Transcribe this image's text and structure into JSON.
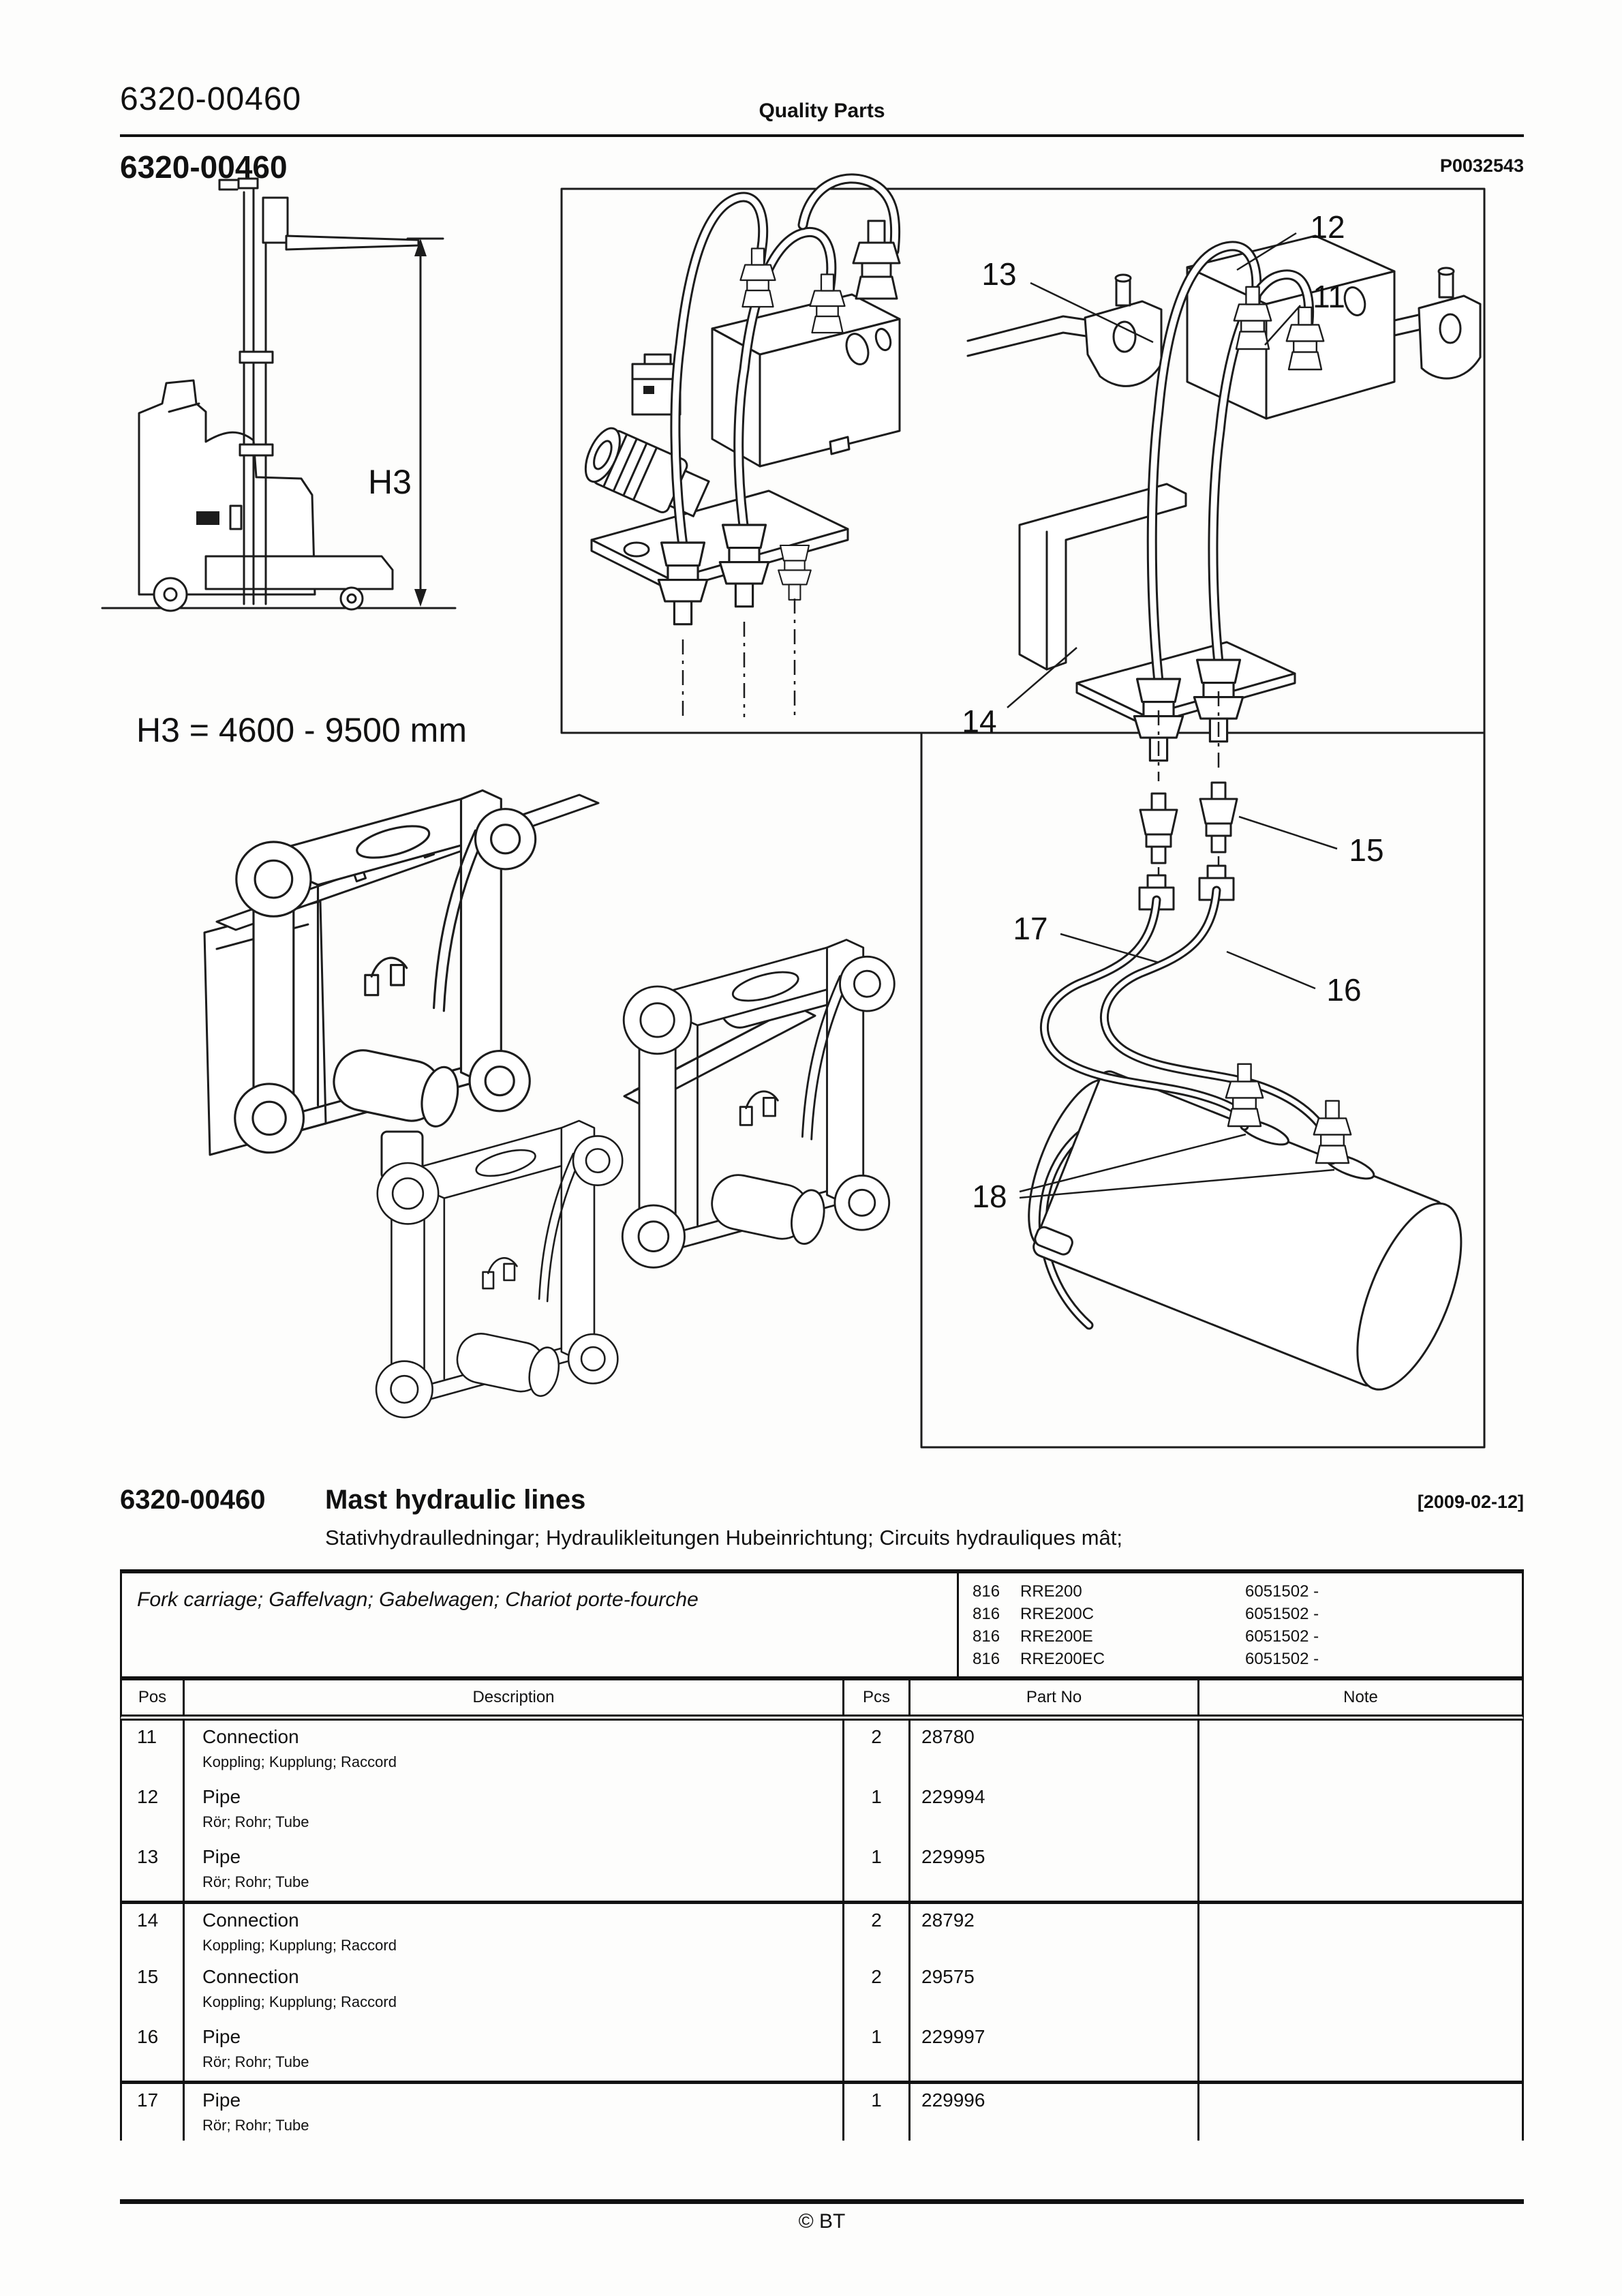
{
  "page": {
    "header_left": "6320-00460",
    "header_center": "Quality Parts",
    "page_id": "6320-00460",
    "figure_ref": "P0032543",
    "footer": "© BT"
  },
  "figure": {
    "h3_label": "H3",
    "h3_range": "H3 = 4600 - 9500 mm",
    "callouts": [
      {
        "label": "11"
      },
      {
        "label": "12"
      },
      {
        "label": "13"
      },
      {
        "label": "14"
      },
      {
        "label": "15"
      },
      {
        "label": "16"
      },
      {
        "label": "17"
      },
      {
        "label": "18"
      }
    ]
  },
  "section": {
    "number": "6320-00460",
    "title": "Mast hydraulic lines",
    "date": "[2009-02-12]",
    "subtitle": "Stativhydraulledningar; Hydraulikleitungen Hubeinrichtung; Circuits hydrauliques mât;"
  },
  "parts_table": {
    "scope": "Fork carriage; Gaffelvagn; Gabelwagen; Chariot porte-fourche",
    "models": [
      {
        "code": "816",
        "name": "RRE200",
        "serial": "6051502 -"
      },
      {
        "code": "816",
        "name": "RRE200C",
        "serial": "6051502 -"
      },
      {
        "code": "816",
        "name": "RRE200E",
        "serial": "6051502 -"
      },
      {
        "code": "816",
        "name": "RRE200EC",
        "serial": "6051502 -"
      }
    ],
    "columns": [
      "Pos",
      "Description",
      "Pcs",
      "Part No",
      "Note"
    ],
    "rows": [
      {
        "pos": "11",
        "description": "Connection",
        "translations": "Koppling; Kupplung; Raccord",
        "pcs": "2",
        "part_no": "28780",
        "note": "",
        "group_start": false
      },
      {
        "pos": "12",
        "description": "Pipe",
        "translations": "Rör; Rohr; Tube",
        "pcs": "1",
        "part_no": "229994",
        "note": "",
        "group_start": false
      },
      {
        "pos": "13",
        "description": "Pipe",
        "translations": "Rör; Rohr; Tube",
        "pcs": "1",
        "part_no": "229995",
        "note": "",
        "group_start": false
      },
      {
        "pos": "14",
        "description": "Connection",
        "translations": "Koppling; Kupplung; Raccord",
        "pcs": "2",
        "part_no": "28792",
        "note": "",
        "group_start": true
      },
      {
        "pos": "15",
        "description": "Connection",
        "translations": "Koppling; Kupplung; Raccord",
        "pcs": "2",
        "part_no": "29575",
        "note": "",
        "group_start": false
      },
      {
        "pos": "16",
        "description": "Pipe",
        "translations": "Rör; Rohr; Tube",
        "pcs": "1",
        "part_no": "229997",
        "note": "",
        "group_start": false
      },
      {
        "pos": "17",
        "description": "Pipe",
        "translations": "Rör; Rohr; Tube",
        "pcs": "1",
        "part_no": "229996",
        "note": "",
        "group_start": true
      }
    ]
  }
}
